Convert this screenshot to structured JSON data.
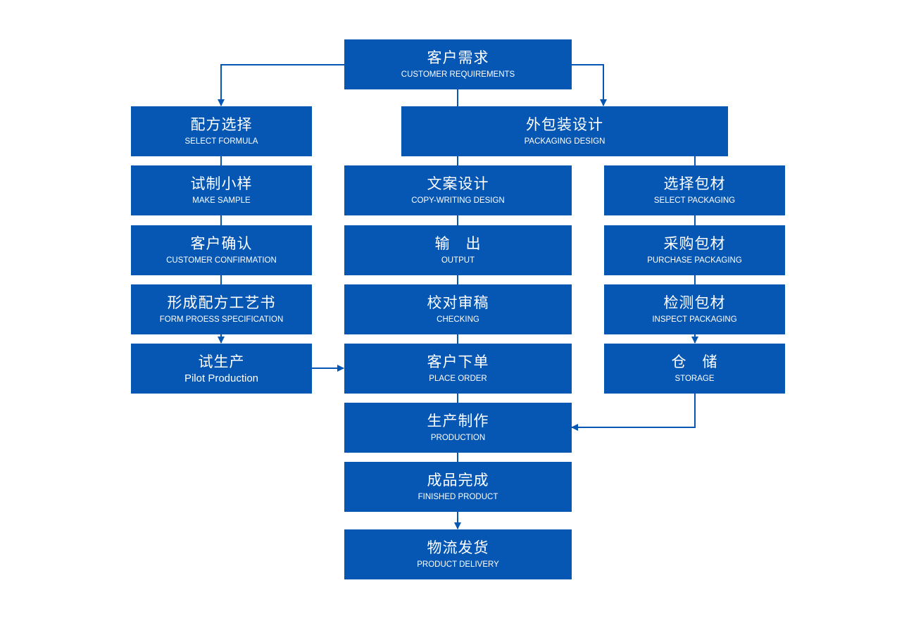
{
  "nodes": {
    "customer_requirements": {
      "zh": "客户需求",
      "en": "CUSTOMER REQUIREMENTS"
    },
    "select_formula": {
      "zh": "配方选择",
      "en": "SELECT FORMULA"
    },
    "make_sample": {
      "zh": "试制小样",
      "en": "MAKE SAMPLE"
    },
    "customer_confirmation": {
      "zh": "客户确认",
      "en": "CUSTOMER CONFIRMATION"
    },
    "form_process_spec": {
      "zh": "形成配方工艺书",
      "en": "FORM PROESS SPECIFICATION"
    },
    "pilot_production": {
      "zh": "试生产",
      "en": "Pilot Production"
    },
    "packaging_design": {
      "zh": "外包装设计",
      "en": "PACKAGING DESIGN"
    },
    "copy_writing_design": {
      "zh": "文案设计",
      "en": "COPY-WRITING DESIGN"
    },
    "output": {
      "zh": "输　出",
      "en": "OUTPUT"
    },
    "checking": {
      "zh": "校对审稿",
      "en": "CHECKING"
    },
    "place_order": {
      "zh": "客户下单",
      "en": "PLACE ORDER"
    },
    "select_packaging": {
      "zh": "选择包材",
      "en": "SELECT PACKAGING"
    },
    "purchase_packaging": {
      "zh": "采购包材",
      "en": "PURCHASE PACKAGING"
    },
    "inspect_packaging": {
      "zh": "检测包材",
      "en": "INSPECT PACKAGING"
    },
    "storage": {
      "zh": "仓　储",
      "en": "STORAGE"
    },
    "production": {
      "zh": "生产制作",
      "en": "PRODUCTION"
    },
    "finished_product": {
      "zh": "成品完成",
      "en": "FINISHED PRODUCT"
    },
    "product_delivery": {
      "zh": "物流发货",
      "en": "PRODUCT DELIVERY"
    }
  },
  "colors": {
    "box": "#0657b4",
    "line": "#0657b4",
    "text": "#ffffff"
  }
}
